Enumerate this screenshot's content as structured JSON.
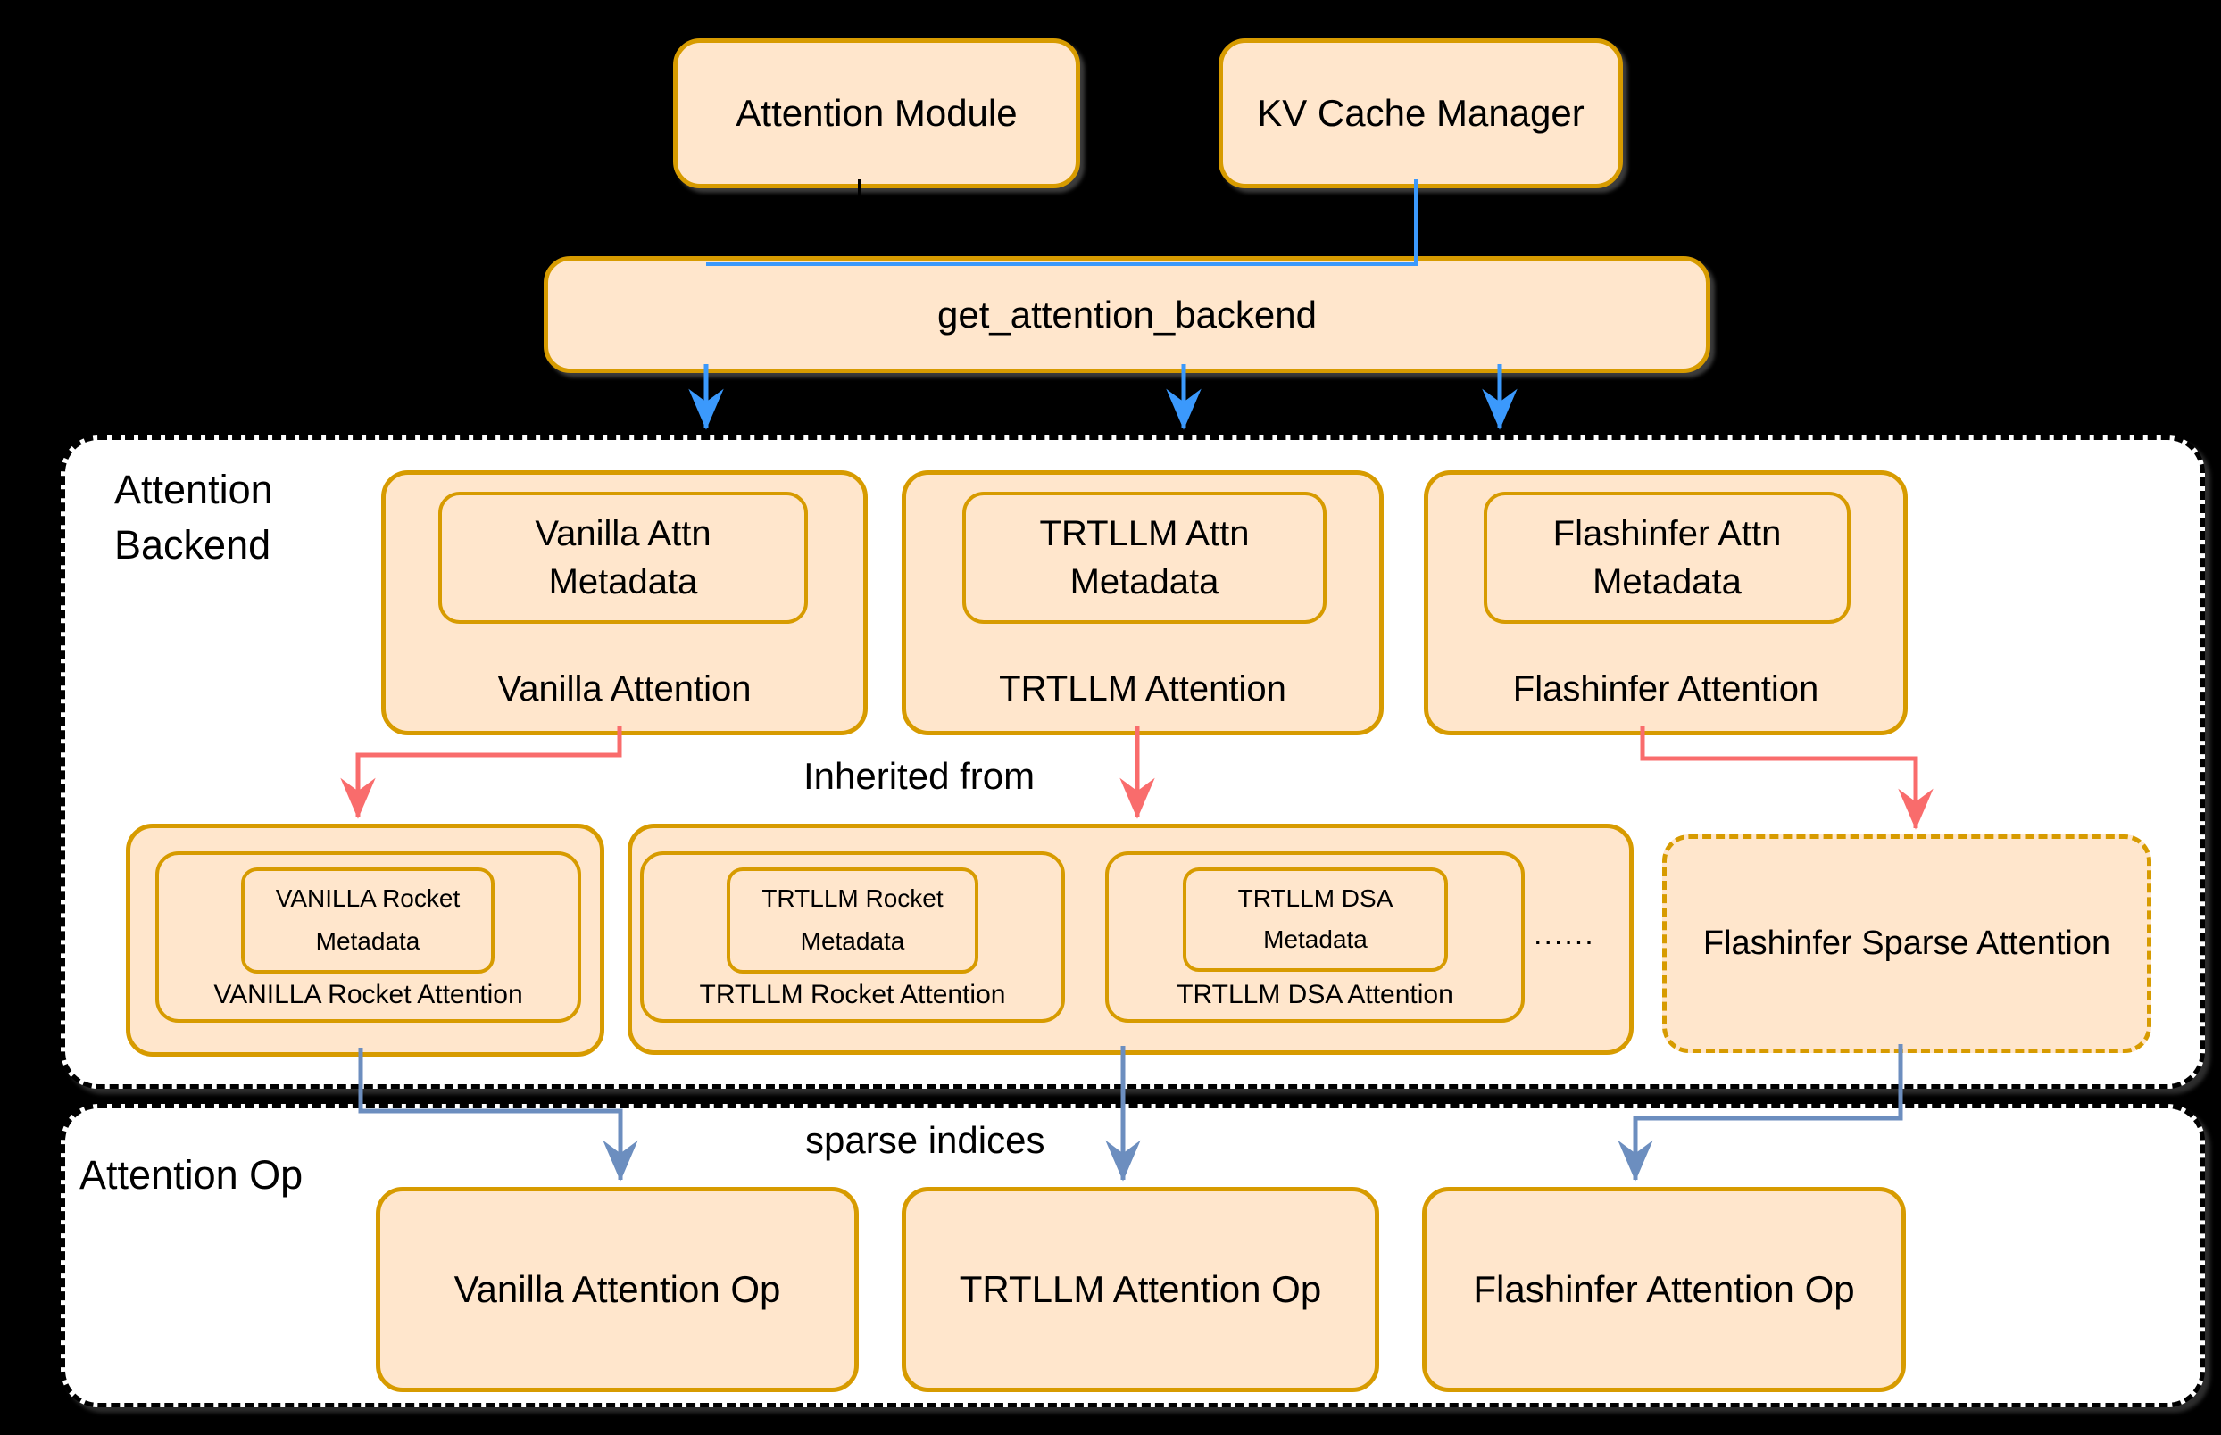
{
  "colors": {
    "background": "#000000",
    "panel_bg": "#ffffff",
    "node_fill": "#ffe6cc",
    "node_border": "#d79b00",
    "arrow_blue": "#3b99fc",
    "arrow_red": "#f96c6c",
    "arrow_slate": "#6c8ebf",
    "arrow_black": "#000000"
  },
  "top": {
    "attention_module": "Attention Module",
    "kv_cache_manager": "KV Cache Manager",
    "get_attention_backend": "get_attention_backend"
  },
  "backend_panel": {
    "label_line1": "Attention",
    "label_line2": "Backend",
    "vanilla": {
      "metadata_line1": "Vanilla Attn",
      "metadata_line2": "Metadata",
      "label": "Vanilla Attention"
    },
    "trtllm": {
      "metadata_line1": "TRTLLM Attn",
      "metadata_line2": "Metadata",
      "label": "TRTLLM Attention"
    },
    "flashinfer": {
      "metadata_line1": "Flashinfer Attn",
      "metadata_line2": "Metadata",
      "label": "Flashinfer Attention"
    },
    "vanilla_rocket": {
      "metadata_line1": "VANILLA Rocket",
      "metadata_line2": "Metadata",
      "label": "VANILLA Rocket Attention"
    },
    "trtllm_rocket": {
      "metadata_line1": "TRTLLM Rocket",
      "metadata_line2": "Metadata",
      "label": "TRTLLM Rocket Attention"
    },
    "trtllm_dsa": {
      "metadata_line1": "TRTLLM DSA",
      "metadata_line2": "Metadata",
      "label": "TRTLLM DSA Attention"
    },
    "ellipsis": "......",
    "flashinfer_sparse": "Flashinfer Sparse Attention"
  },
  "edge_labels": {
    "inherited_from": "Inherited from",
    "sparse_indices": "sparse indices"
  },
  "op_panel": {
    "label": "Attention Op",
    "vanilla_op": "Vanilla Attention Op",
    "trtllm_op": "TRTLLM Attention Op",
    "flashinfer_op": "Flashinfer Attention Op"
  },
  "edges": [
    {
      "from": "Attention Module",
      "to": "get_attention_backend",
      "color": "black"
    },
    {
      "from": "KV Cache Manager",
      "to": "get_attention_backend",
      "color": "blue"
    },
    {
      "from": "get_attention_backend",
      "to": "Vanilla Attention",
      "color": "blue"
    },
    {
      "from": "get_attention_backend",
      "to": "TRTLLM Attention",
      "color": "blue"
    },
    {
      "from": "get_attention_backend",
      "to": "Flashinfer Attention",
      "color": "blue"
    },
    {
      "from": "Vanilla Attention",
      "to": "VANILLA Rocket Attention",
      "color": "red",
      "label": "Inherited from"
    },
    {
      "from": "TRTLLM Attention",
      "to": "TRTLLM Rocket Attention",
      "color": "red",
      "label": "Inherited from"
    },
    {
      "from": "Flashinfer Attention",
      "to": "Flashinfer Sparse Attention",
      "color": "red",
      "label": "Inherited from"
    },
    {
      "from": "VANILLA Rocket Attention",
      "to": "Vanilla Attention Op",
      "color": "slate"
    },
    {
      "from": "TRTLLM Rocket Attention",
      "to": "TRTLLM Attention Op",
      "color": "slate",
      "label": "sparse indices"
    },
    {
      "from": "Flashinfer Sparse Attention",
      "to": "Flashinfer Attention Op",
      "color": "slate"
    }
  ]
}
